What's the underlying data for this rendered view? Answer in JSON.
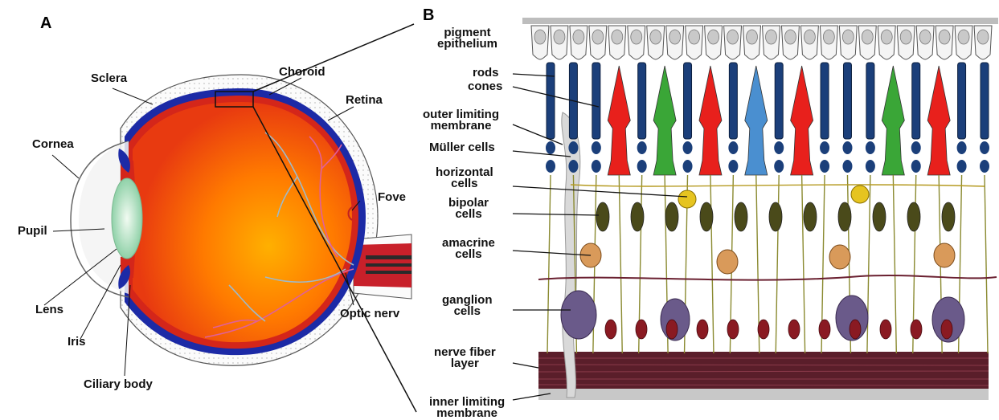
{
  "panel_a": {
    "letter": "A",
    "labels": {
      "sclera": "Sclera",
      "choroid": "Choroid",
      "retina": "Retina",
      "cornea": "Cornea",
      "fovea": "Fove",
      "pupil": "Pupil",
      "lens": "Lens",
      "iris": "Iris",
      "ciliary_body": "Ciliary body",
      "optic_nerve": "Optic nerv"
    }
  },
  "panel_b": {
    "letter": "B",
    "labels": {
      "pigment_epithelium": [
        "pigment",
        "epithelium"
      ],
      "rods": "rods",
      "cones": "cones",
      "outer_limiting_membrane": [
        "outer limiting",
        "membrane"
      ],
      "muller_cells": "Müller cells",
      "horizontal_cells": [
        "horizontal",
        "cells"
      ],
      "bipolar_cells": [
        "bipolar",
        "cells"
      ],
      "amacrine_cells": [
        "amacrine",
        "cells"
      ],
      "ganglion_cells": [
        "ganglion",
        "cells"
      ],
      "nerve_fiber_layer": [
        "nerve fiber",
        "layer"
      ],
      "inner_limiting_membrane": [
        "inner limiting",
        "membrane"
      ]
    },
    "photoreceptor_sequence": [
      "rod",
      "rod",
      "rod",
      "red",
      "rod",
      "green",
      "rod",
      "red",
      "rod",
      "blue",
      "rod",
      "red",
      "rod",
      "rod",
      "rod",
      "green",
      "rod",
      "red",
      "rod",
      "rod"
    ],
    "colors": {
      "rod": "#1b3f7a",
      "red_cone": "#e8201c",
      "green_cone": "#3aa637",
      "blue_cone": "#4a8fd0",
      "bipolar": "#4a4a1a",
      "horizontal": "#e6c420",
      "amacrine": "#d99a5a",
      "ganglion": "#6a5a8a",
      "fiber": "#5a1e2a"
    }
  }
}
